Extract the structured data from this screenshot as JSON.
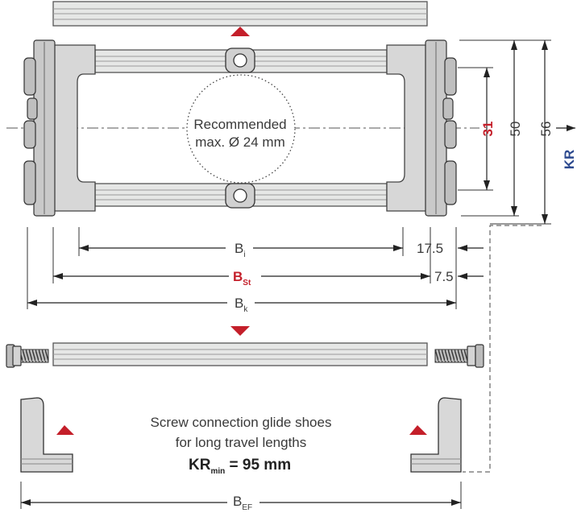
{
  "labels": {
    "recommended_line1": "Recommended",
    "recommended_line2": "max. Ø 24 mm",
    "dim_31": "31",
    "dim_50": "50",
    "dim_56": "56",
    "dim_kr": "KR",
    "dim_17_5": "17.5",
    "dim_7_5": "7.5",
    "bi_main": "B",
    "bi_sub": "i",
    "bst_main": "B",
    "bst_sub": "St",
    "bk_main": "B",
    "bk_sub": "k",
    "bef_main": "B",
    "bef_sub": "EF",
    "screw_line1": "Screw connection glide shoes",
    "screw_line2": "for long travel lengths",
    "kr_main": "KR",
    "kr_sub": "min",
    "kr_value": " = 95 mm"
  },
  "colors": {
    "accent_red": "#c41f2a",
    "accent_blue": "#2d4a8f"
  }
}
